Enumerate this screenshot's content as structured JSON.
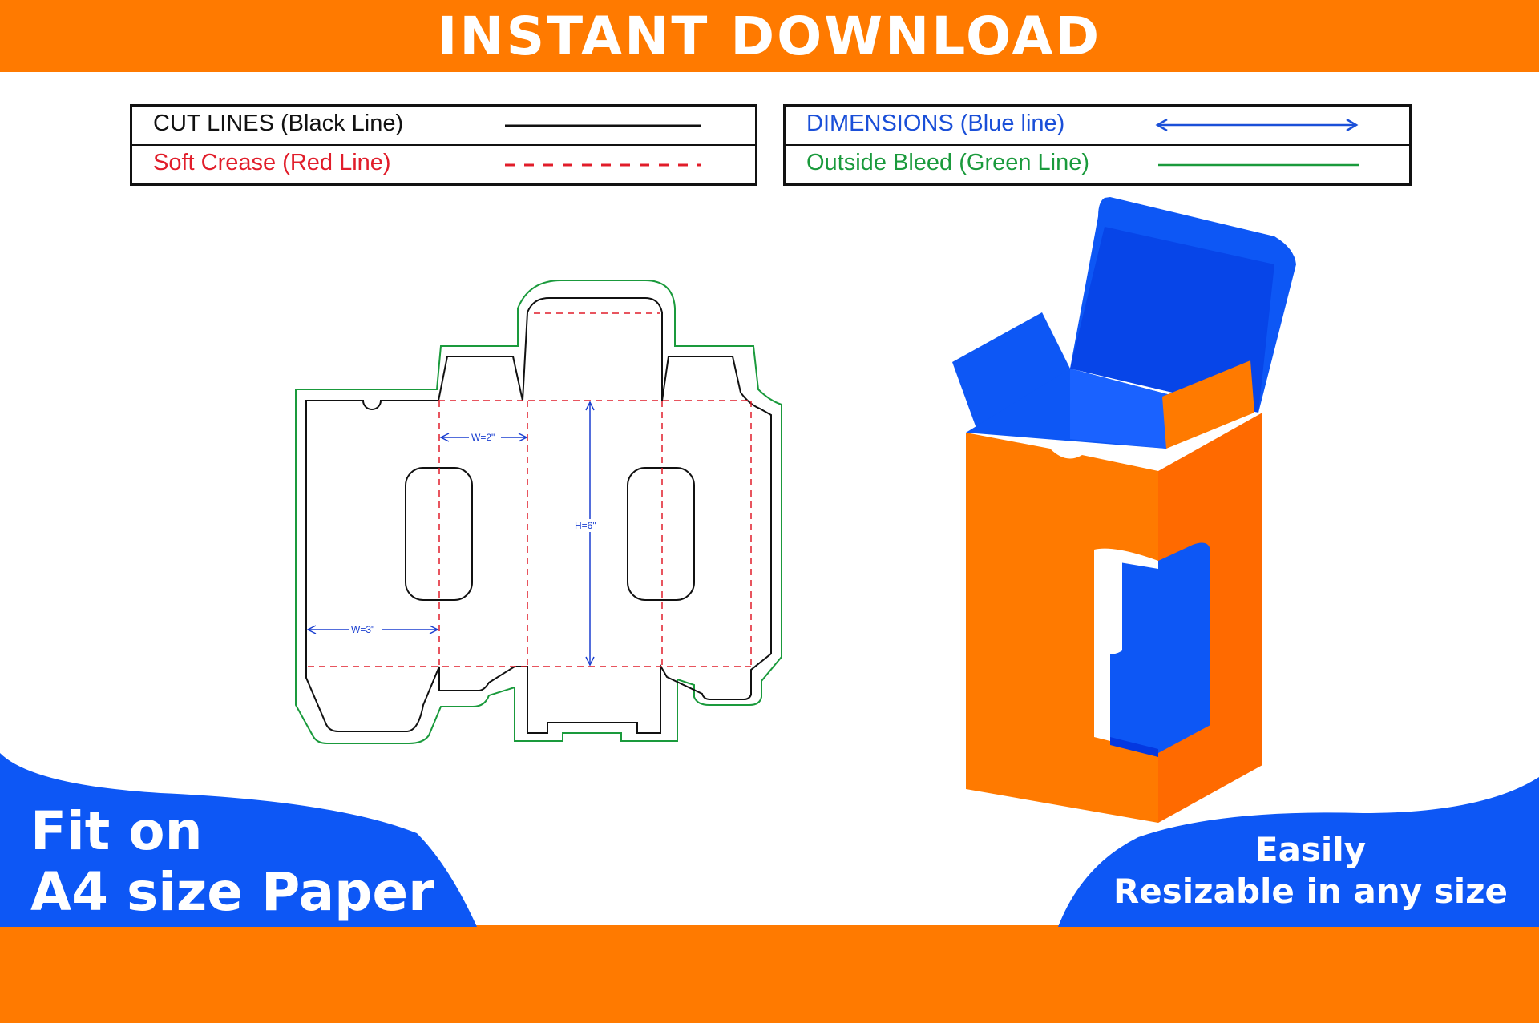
{
  "banner": {
    "title": "INSTANT DOWNLOAD"
  },
  "legend_left": {
    "rows": [
      {
        "label": "CUT LINES (Black Line)",
        "color": "#111111",
        "style": "solid"
      },
      {
        "label": "Soft Crease (Red Line)",
        "color": "#e11d2a",
        "style": "dashed"
      }
    ]
  },
  "legend_right": {
    "rows": [
      {
        "label": "DIMENSIONS (Blue line)",
        "color": "#1a4fd8",
        "style": "arrow"
      },
      {
        "label": "Outside Bleed (Green Line)",
        "color": "#1a9a3c",
        "style": "solid"
      }
    ]
  },
  "dieline": {
    "dimensions": [
      {
        "label": "W=2\""
      },
      {
        "label": "H=6\""
      },
      {
        "label": "W=3\""
      }
    ],
    "colors": {
      "cut": "#111111",
      "crease": "#e11d2a",
      "dimension": "#1a3fd0",
      "bleed": "#1a9a3c"
    }
  },
  "box_mockup": {
    "colors": {
      "orange": "#ff7a00",
      "orange_dark": "#ff6a00",
      "blue": "#0d57f5",
      "blue_dark": "#0438e0"
    }
  },
  "badge_left": {
    "line1": "Fit on",
    "line2": "A4 size Paper"
  },
  "badge_right": {
    "line1": "Easily",
    "line2": "Resizable in any size"
  },
  "theme": {
    "orange": "#ff7a00",
    "blue": "#0d57f5"
  }
}
